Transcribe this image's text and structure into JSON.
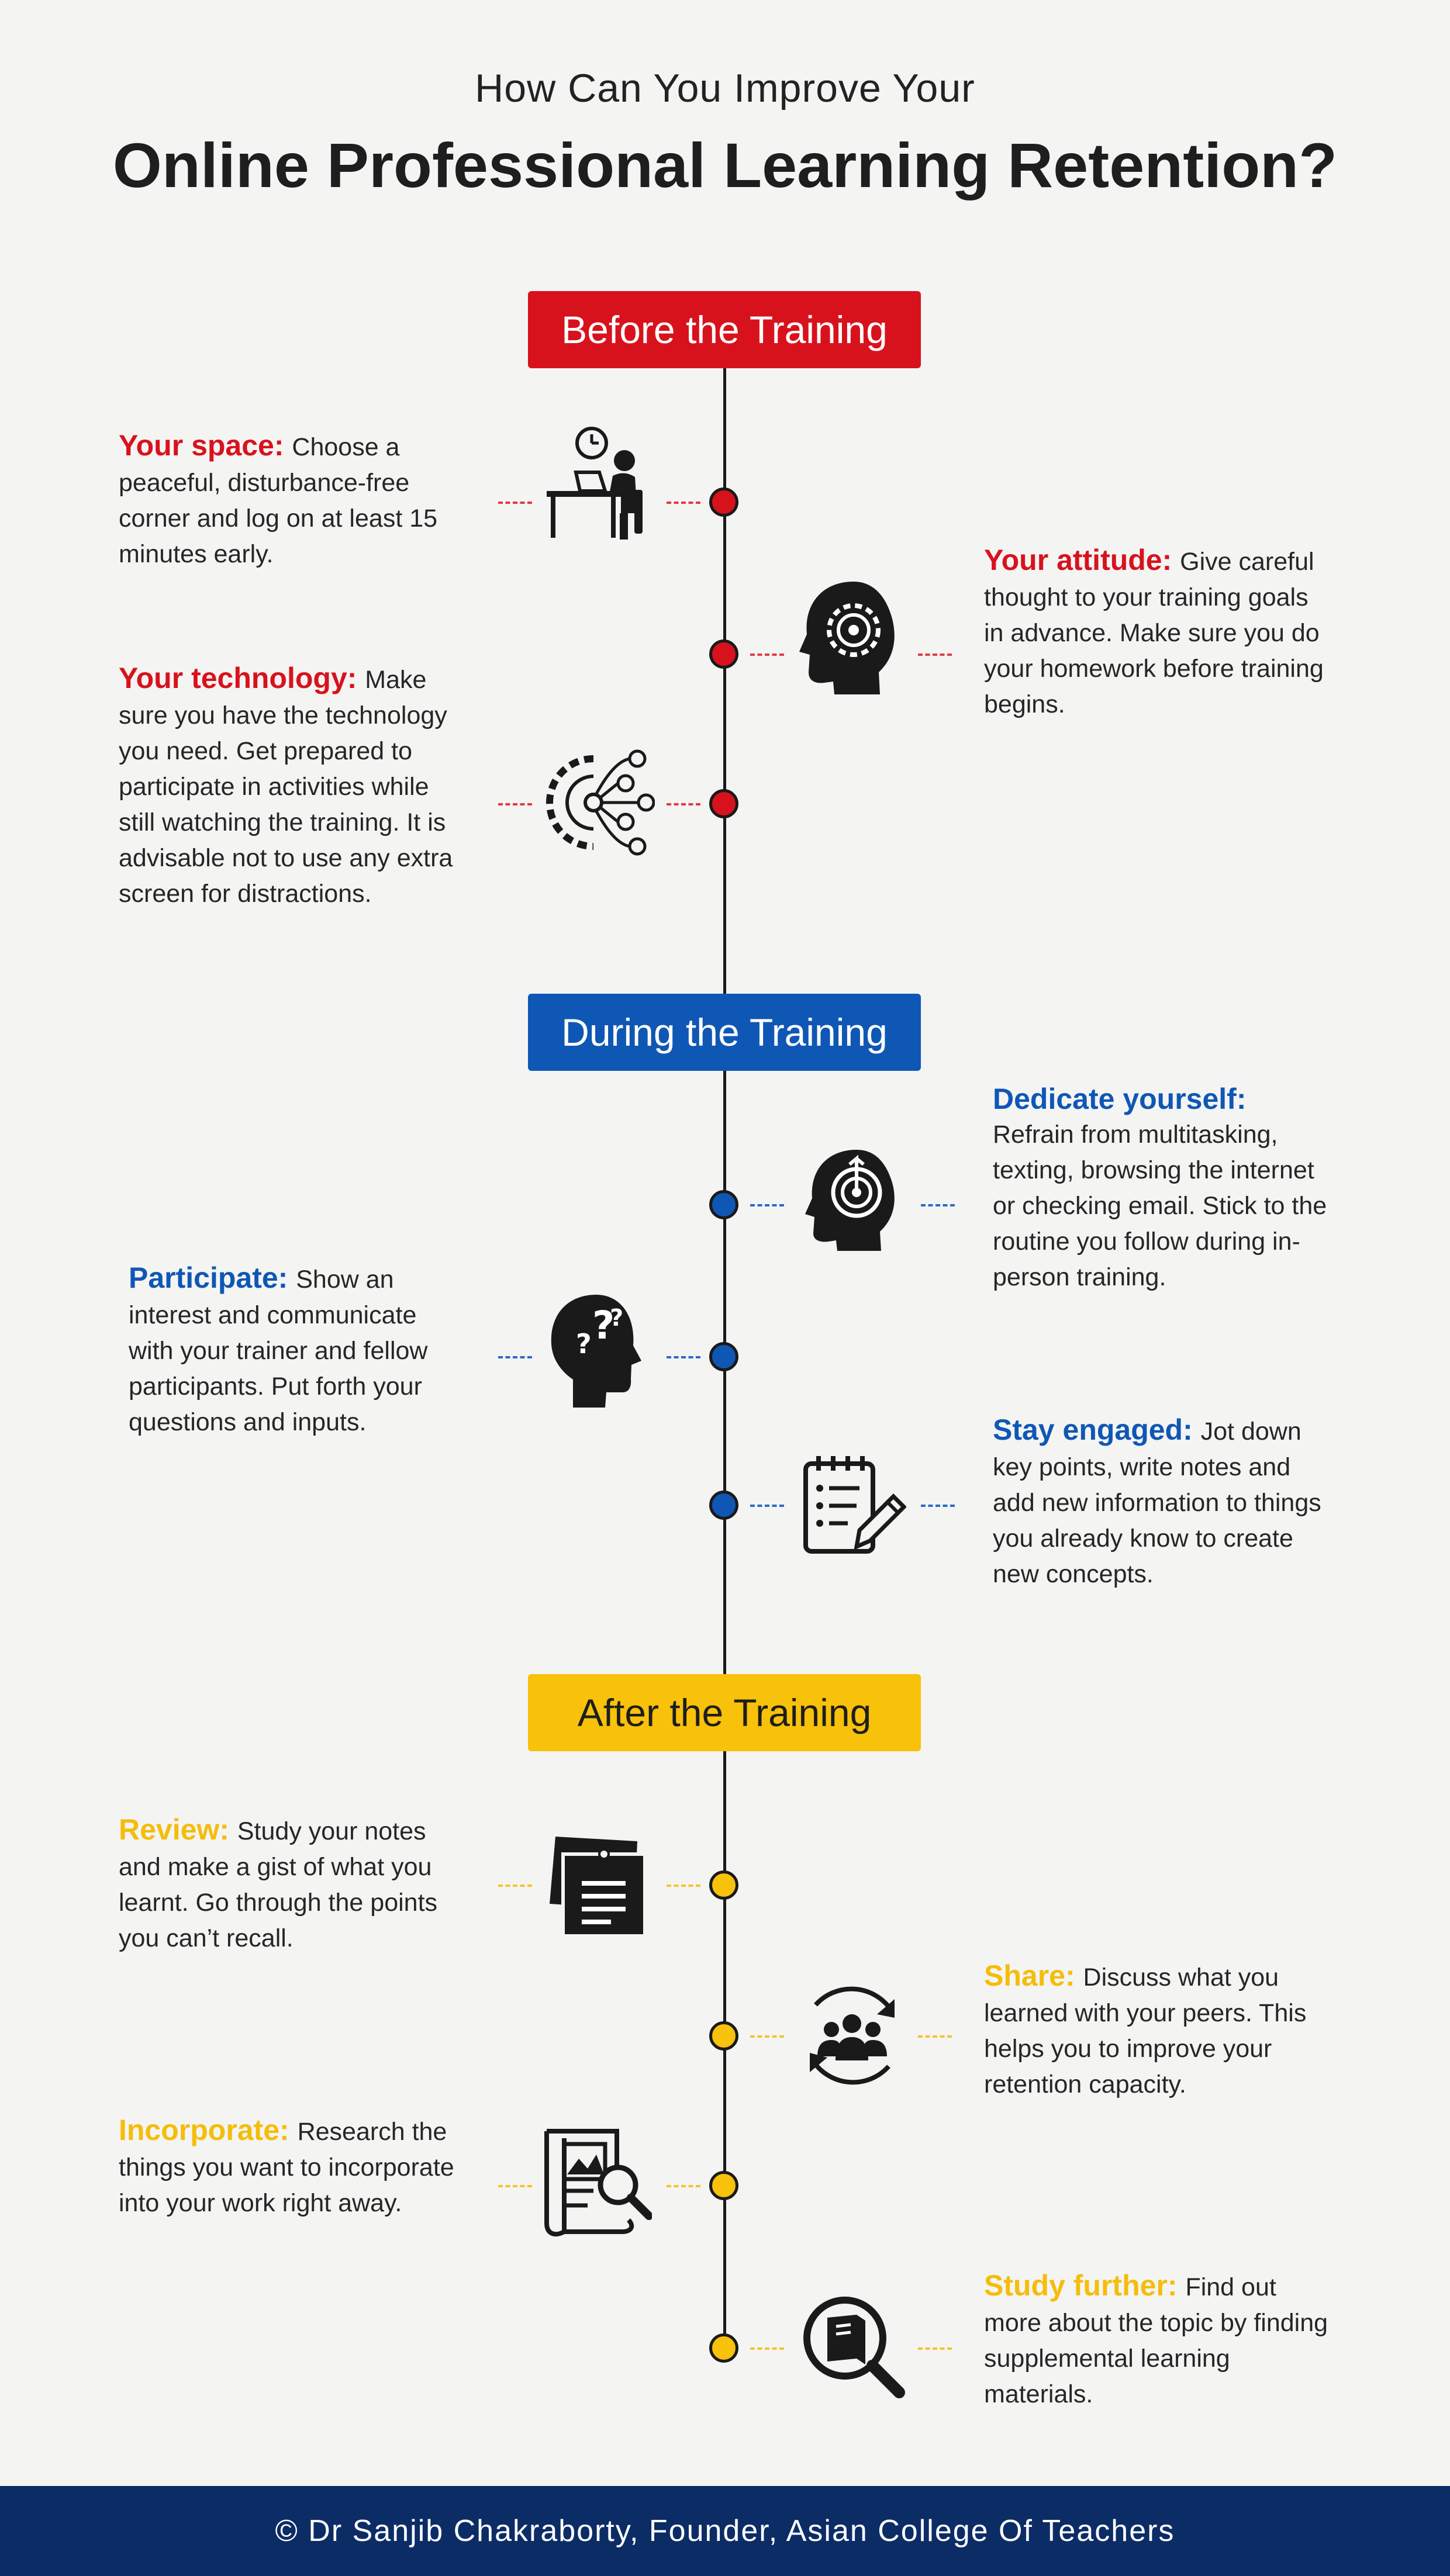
{
  "header": {
    "subtitle": "How Can You Improve Your",
    "title": "Online Professional Learning Retention?"
  },
  "sections": {
    "before": "Before the Training",
    "during": "During the Training",
    "after": "After the Training"
  },
  "items": {
    "space": {
      "head": "Your space:",
      "body": "Choose a peaceful, disturbance-free corner and log on at least 15 minutes early.",
      "icon": "desk-clock-icon"
    },
    "attitude": {
      "head": "Your attitude:",
      "body": "Give careful thought to your training goals in advance. Make sure you do your homework before training begins.",
      "icon": "head-gear-icon"
    },
    "technology": {
      "head": "Your technology:",
      "body": "Make sure you have the technology you need. Get prepared to participate in activities while still watching the training. It is advisable not to use any extra screen for distractions.",
      "icon": "gear-network-icon"
    },
    "dedicate": {
      "head": "Dedicate yourself:",
      "body": "Refrain from multitasking, texting, browsing the internet or checking email. Stick to the routine you follow during in-person training.",
      "icon": "head-target-icon"
    },
    "participate": {
      "head": "Participate:",
      "body": "Show an interest and communicate with your trainer and fellow participants. Put forth your questions and inputs.",
      "icon": "head-question-icon"
    },
    "engaged": {
      "head": "Stay engaged:",
      "body": "Jot down key points, write notes and add new information to things you already know to create new concepts.",
      "icon": "notepad-pencil-icon"
    },
    "review": {
      "head": "Review:",
      "body": "Study your notes and make a gist of what you learnt. Go through the points you can’t recall.",
      "icon": "notes-stack-icon"
    },
    "share": {
      "head": "Share:",
      "body": "Discuss what you learned with your peers. This helps you to improve your retention capacity.",
      "icon": "group-cycle-icon"
    },
    "incorporate": {
      "head": "Incorporate:",
      "body": "Research the things you want to incorporate into your work right away.",
      "icon": "document-search-icon"
    },
    "study": {
      "head": "Study further:",
      "body": "Find out more about the topic by finding supplemental learning materials.",
      "icon": "book-search-icon"
    }
  },
  "colors": {
    "red": "#d8121d",
    "blue": "#0f57b5",
    "yellow": "#f8c10a",
    "footer": "#0c2c66"
  },
  "footer": {
    "text": "© Dr Sanjib Chakraborty, Founder, Asian College Of Teachers"
  }
}
